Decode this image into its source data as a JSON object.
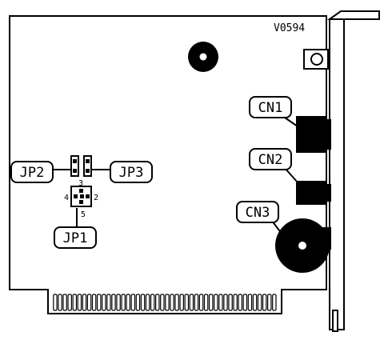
{
  "board": {
    "model_code": "V0594"
  },
  "labels": {
    "cn1": "CN1",
    "cn2": "CN2",
    "cn3": "CN3",
    "jp1": "JP1",
    "jp2": "JP2",
    "jp3": "JP3"
  },
  "pin_numbers": {
    "top": "3",
    "left": "4",
    "right": "2",
    "bottom": "5"
  },
  "colors": {
    "ink": "#000000",
    "paper": "#ffffff"
  },
  "edge_connector_finger_count": 46
}
